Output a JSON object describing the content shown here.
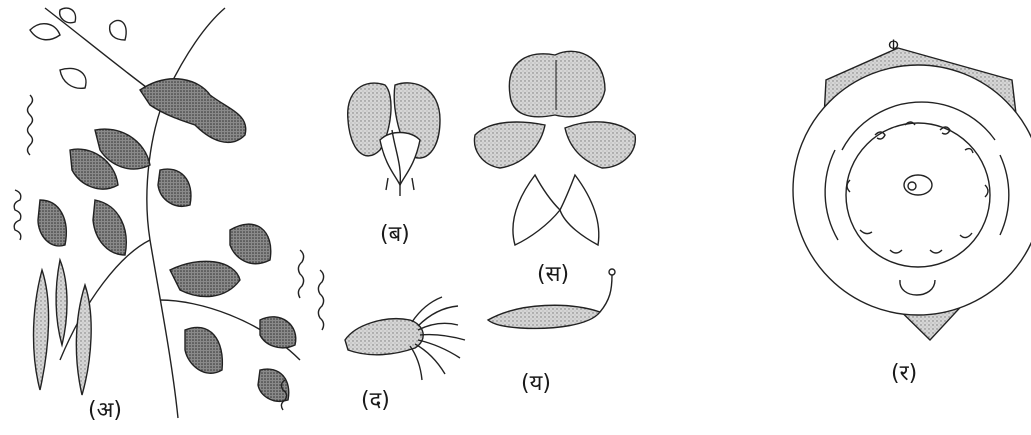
{
  "labels": {
    "a": "(अ)",
    "b": "(ब)",
    "s": "(स)",
    "d": "(द)",
    "y": "(य)",
    "r": "(र)",
    "phi": "Φ"
  }
}
